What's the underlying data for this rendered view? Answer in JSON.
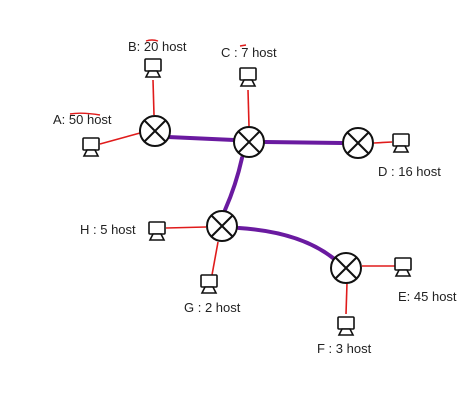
{
  "hosts": [
    {
      "id": "A",
      "label": "A: 50 host"
    },
    {
      "id": "B",
      "label": "B: 20 host"
    },
    {
      "id": "C",
      "label": "C : 7 host"
    },
    {
      "id": "D",
      "label": "D : 16 host"
    },
    {
      "id": "E",
      "label": "E: 45 host"
    },
    {
      "id": "F",
      "label": "F  : 3 host"
    },
    {
      "id": "G",
      "label": "G  : 2 host"
    },
    {
      "id": "H",
      "label": "H  : 5 host"
    }
  ],
  "colors": {
    "router_link": "#6a1aa0",
    "host_link": "#e01b1b",
    "annotation": "#e01b1b",
    "outline": "#111111"
  }
}
